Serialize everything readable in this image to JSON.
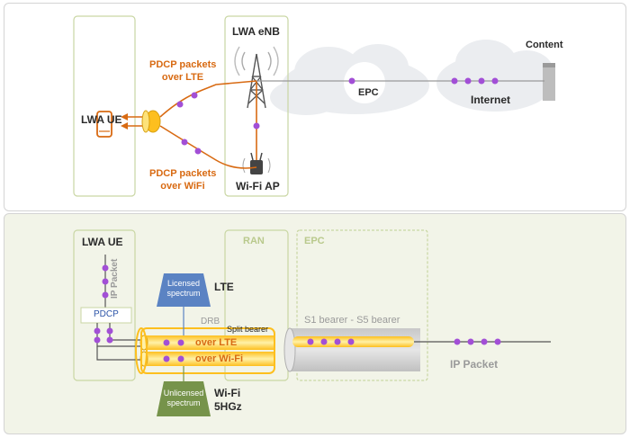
{
  "top": {
    "ue_label": "LWA UE",
    "enb_label": "LWA eNB",
    "wifi_ap_label": "Wi-Fi AP",
    "epc_label": "EPC",
    "internet_label": "Internet",
    "content_label": "Content",
    "lte_path_label_1": "PDCP packets",
    "lte_path_label_2": "over LTE",
    "wifi_path_label_1": "PDCP packets",
    "wifi_path_label_2": "over WiFi"
  },
  "bottom": {
    "ue_label": "LWA UE",
    "ip_packet_vertical": "IP Packet",
    "pdcp_label": "PDCP",
    "licensed_1": "Licensed",
    "licensed_2": "spectrum",
    "lte_label": "LTE",
    "drb_label": "DRB",
    "split_bearer_label": "Split bearer",
    "over_lte_label": "over LTE",
    "over_wifi_label": "over Wi-Fi",
    "unlicensed_1": "Unlicensed",
    "unlicensed_2": "spectrum",
    "wifi_label_1": "Wi-Fi",
    "wifi_label_2": "5HGz",
    "ran_label": "RAN",
    "epc_label": "EPC",
    "s1_bearer_label": "S1 bearer - S5 bearer",
    "ip_packet_label": "IP Packet"
  },
  "colors": {
    "orange": "#d86a12",
    "purple": "#a24fd6",
    "yellow": "#fdbf1e",
    "light_yellow": "#fff1a8",
    "ue_box_border": "#c9d6a3",
    "licensed_fill": "#5b83c3",
    "unlicensed_fill": "#76934a",
    "cloud": "#ebedf0"
  }
}
